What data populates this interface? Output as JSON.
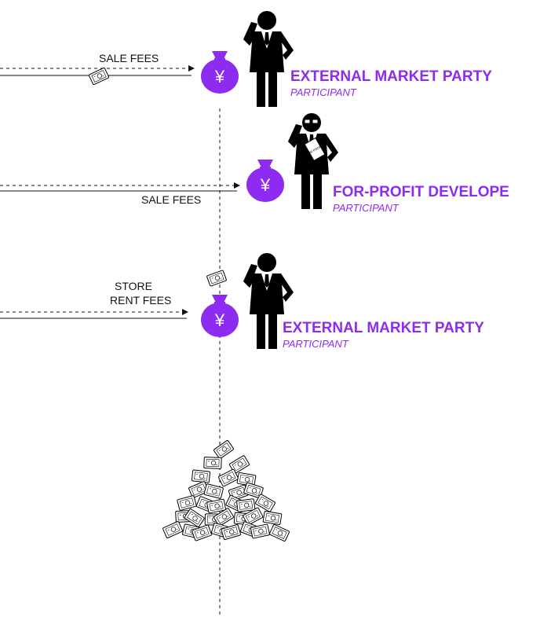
{
  "colors": {
    "accent": "#8d2cf0",
    "ink": "#000000",
    "line": "#111111"
  },
  "currency_symbol": "¥",
  "icons": [
    "money-bag-icon",
    "businessman-icon",
    "banknote-icon",
    "money-pile-icon"
  ],
  "participants": [
    {
      "name": "EXTERNAL MARKET PARTY",
      "role": "PARTICIPANT",
      "fee_label": "SALE FEES"
    },
    {
      "name": "FOR-PROFIT DEVELOPE",
      "role": "PARTICIPANT",
      "fee_label": "SALE FEES",
      "badge_text": "FOR PROFIT"
    },
    {
      "name": "EXTERNAL MARKET PARTY",
      "role": "PARTICIPANT",
      "fee_label": "STORE RENT FEES",
      "fee_label_lines": [
        "STORE",
        "RENT FEES"
      ]
    }
  ]
}
